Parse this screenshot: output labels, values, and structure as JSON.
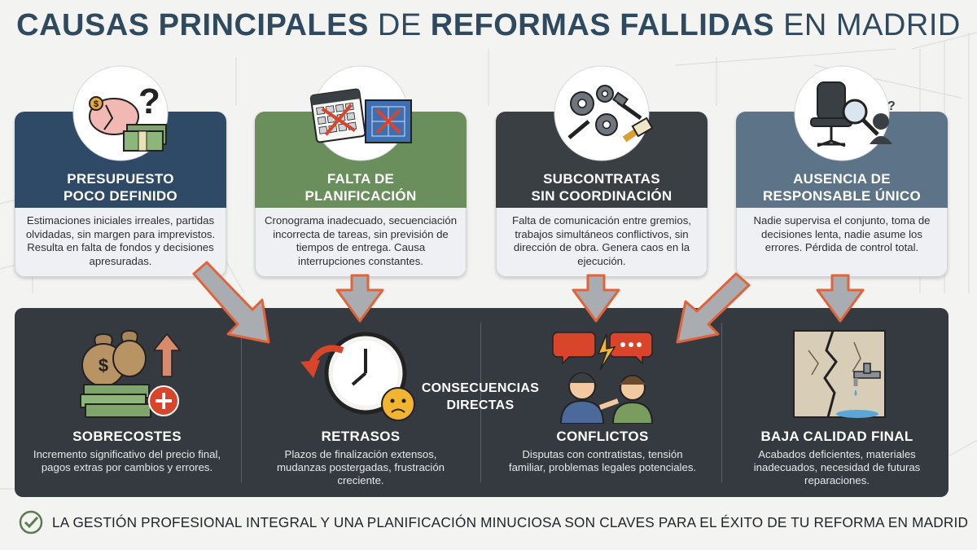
{
  "title": {
    "part1": "CAUSAS PRINCIPALES",
    "part2": " DE ",
    "part3": "REFORMAS FALLIDAS",
    "part4": " EN MADRID"
  },
  "causes": [
    {
      "title_line1": "PRESUPUESTO",
      "title_line2": "POCO DEFINIDO",
      "description": "Estimaciones iniciales irreales, partidas olvidadas, sin margen para imprevistos. Resulta en falta de fondos y decisiones apresuradas.",
      "color": "#2f4a66",
      "icon": "piggy-bank-money-question-icon"
    },
    {
      "title_line1": "FALTA DE",
      "title_line2": "PLANIFICACIÓN",
      "description": "Cronograma inadecuado, secuenciación incorrecta de tareas, sin previsión de tiempos de entrega. Causa interrupciones constantes.",
      "color": "#6b8f5c",
      "icon": "calendar-blueprint-icon"
    },
    {
      "title_line1": "SUBCONTRATAS",
      "title_line2": "SIN COORDINACIÓN",
      "description": "Falta de comunicación entre gremios, trabajos simultáneos conflictivos, sin dirección de obra. Genera caos en la ejecución.",
      "color": "#3a3f44",
      "icon": "gears-tools-icon"
    },
    {
      "title_line1": "AUSENCIA DE",
      "title_line2": "RESPONSABLE ÚNICO",
      "description": "Nadie supervisa el conjunto, toma de decisiones lenta, nadie asume los errores. Pérdida de control total.",
      "color": "#5c7388",
      "icon": "empty-chair-magnifier-icon"
    }
  ],
  "center_label": {
    "line1": "CONSECUENCIAS",
    "line2": "DIRECTAS"
  },
  "consequences": [
    {
      "title": "SOBRECOSTES",
      "description": "Incremento significativo del precio final, pagos extras por cambios y errores.",
      "icon": "money-bags-plus-icon"
    },
    {
      "title": "RETRASOS",
      "description": "Plazos de finalización extensos, mudanzas postergadas, frustración creciente.",
      "icon": "clock-sad-face-icon"
    },
    {
      "title": "CONFLICTOS",
      "description": "Disputas con contratistas, tensión familiar, problemas legales potenciales.",
      "icon": "arguing-people-icon"
    },
    {
      "title": "BAJA CALIDAD FINAL",
      "description": "Acabados deficientes, materiales inadecuados, necesidad de futuras reparaciones.",
      "icon": "cracked-wall-leak-icon"
    }
  ],
  "footer": {
    "text": "LA GESTIÓN PROFESIONAL INTEGRAL Y UNA PLANIFICACIÓN MINUCIOSA SON CLAVES PARA EL ÉXITO DE TU REFORMA EN MADRID",
    "icon": "check-circle-icon"
  },
  "colors": {
    "title": "#2f4a5e",
    "panel": "#343a3f",
    "arrow_fill": "#a9adb1",
    "arrow_stroke": "#e0633a"
  }
}
